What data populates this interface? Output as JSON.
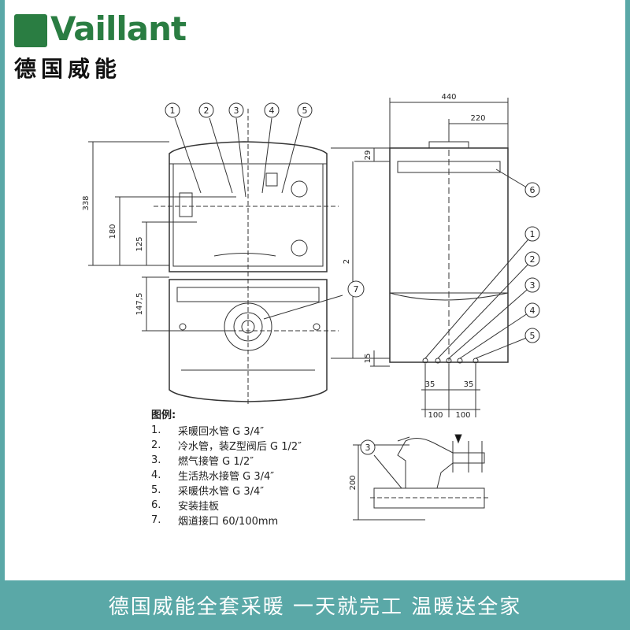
{
  "brand": {
    "name": "Vaillant",
    "name_cn": "德国威能"
  },
  "legend": {
    "title": "图例:",
    "items": [
      {
        "num": "1.",
        "text": "采暖回水管 G 3/4″"
      },
      {
        "num": "2.",
        "text": "冷水管，装Z型阀后 G 1/2″"
      },
      {
        "num": "3.",
        "text": "燃气接管  G 1/2″"
      },
      {
        "num": "4.",
        "text": "生活热水接管 G 3/4″"
      },
      {
        "num": "5.",
        "text": "采暖供水管 G 3/4″"
      },
      {
        "num": "6.",
        "text": "安装挂板"
      },
      {
        "num": "7.",
        "text": "烟道接口 60/100mm"
      }
    ]
  },
  "dimensions": {
    "d338": "338",
    "d180": "180",
    "d125": "125",
    "d147": "147,5",
    "d440": "440",
    "d220": "220",
    "d29": "29",
    "d2": "2",
    "d15": "15",
    "d35a": "35",
    "d35b": "35",
    "d100a": "100",
    "d100b": "100",
    "d200": "200"
  },
  "callouts": {
    "c1": "1",
    "c2": "2",
    "c3": "3",
    "c4": "4",
    "c5": "5",
    "c6": "6",
    "c7": "7",
    "r1": "1",
    "r2": "2",
    "r3": "3",
    "r4": "4",
    "r5": "5",
    "b3": "3"
  },
  "banner": {
    "text": "德国威能全套采暖  一天就完工  温暖送全家"
  },
  "colors": {
    "accent": "#5aa8a7",
    "brand_green": "#2a7d42"
  }
}
